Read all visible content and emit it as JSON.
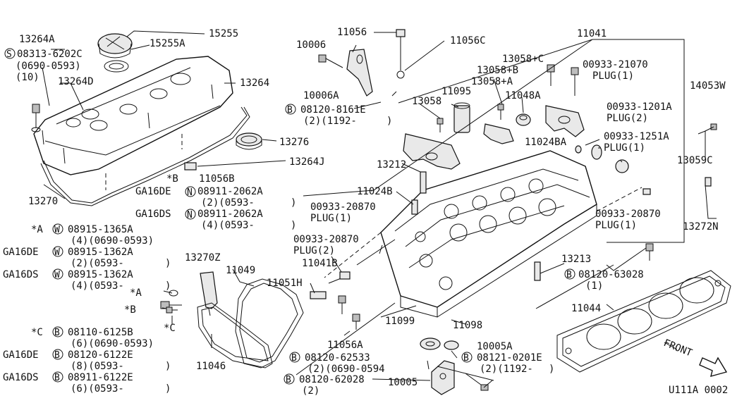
{
  "diagram_id": "U111A 0002",
  "front_label": "FRONT",
  "labels": {
    "p13264A": "13264A",
    "p08313": "08313-6202C",
    "p08313_q": "(0690-0593)",
    "p08313_n": "(10)",
    "p15255A": "15255A",
    "p15255": "15255",
    "p13264D": "13264D",
    "p13264": "13264",
    "p13276": "13276",
    "p13264J": "13264J",
    "p13270": "13270",
    "pStarB": "*B",
    "p11056B": "11056B",
    "ga16de_1": "GA16DE",
    "p08911a": "08911-2062A",
    "p08911a_q": "(2)(0593-",
    "ga16ds_1": "GA16DS",
    "p08911b": "08911-2062A",
    "p08911b_q": "(4)(0593-",
    "starA_1": "*A",
    "p08915a": "08915-1365A",
    "p08915a_q": "(4)(0690-0593)",
    "ga16de_2": "GA16DE",
    "p08915b": "08915-1362A",
    "p08915b_q": "(2)(0593-",
    "ga16ds_2": "GA16DS",
    "p08915c": "08915-1362A",
    "p08915c_q": "(4)(0593-",
    "p13270Z": "13270Z",
    "p11049": "11049",
    "starA_2": "*A",
    "starB_2": "*B",
    "starC_2": "*C",
    "starC_1": "*C",
    "p08110": "08110-6125B",
    "p08110_q": "(6)(0690-0593)",
    "ga16de_3": "GA16DE",
    "p08120_6122": "08120-6122E",
    "p08120_6122_q": "(8)(0593-",
    "ga16ds_3": "GA16DS",
    "p08911_6122": "08911-6122E",
    "p08911_6122_q": "(6)(0593-",
    "p11046": "11046",
    "p11056": "11056",
    "p10006": "10006",
    "p11056C": "11056C",
    "p10006A": "10006A",
    "p08120_8161": "08120-8161E",
    "p08120_8161_q": "(2)(1192-",
    "p11095": "11095",
    "p13058": "13058",
    "p13212": "13212",
    "p11024B": "11024B",
    "p00933_20870a": "00933-20870",
    "plug1a": "PLUG(1)",
    "p00933_20870b": "00933-20870",
    "plug2a": "PLUG(2)",
    "p11041B": "11041B",
    "p11051H": "11051H",
    "p11099": "11099",
    "p11098": "11098",
    "p11056A": "11056A",
    "p08120_62533": "08120-62533",
    "p08120_62533_q": "(2)(0690-0594",
    "p08120_62028": "08120-62028",
    "p08120_62028_q": "(2)",
    "p10005": "10005",
    "p10005A": "10005A",
    "p08121": "08121-0201E",
    "p08121_q": "(2)(1192-",
    "p11041": "11041",
    "p13058C": "13058+C",
    "p13058B": "13058+B",
    "p13058A": "13058+A",
    "p11048A": "11048A",
    "p00933_21070": "00933-21070",
    "plug1b": "PLUG(1)",
    "p14053W": "14053W",
    "p00933_1201A": "00933-1201A",
    "plug2b": "PLUG(2)",
    "p11024BA": "11024BA",
    "p00933_1251A": "00933-1251A",
    "plug1c": "PLUG(1)",
    "p13059C": "13059C",
    "p00933_20870c": "00933-20870",
    "plug1d": "PLUG(1)",
    "p13272N": "13272N",
    "p13213": "13213",
    "p08120_63028": "08120-63028",
    "p08120_63028_q": "(1)",
    "p11044": "11044"
  },
  "prefix": {
    "s": "S",
    "b": "B",
    "n": "N",
    "w": "W"
  },
  "close_paren": ")"
}
